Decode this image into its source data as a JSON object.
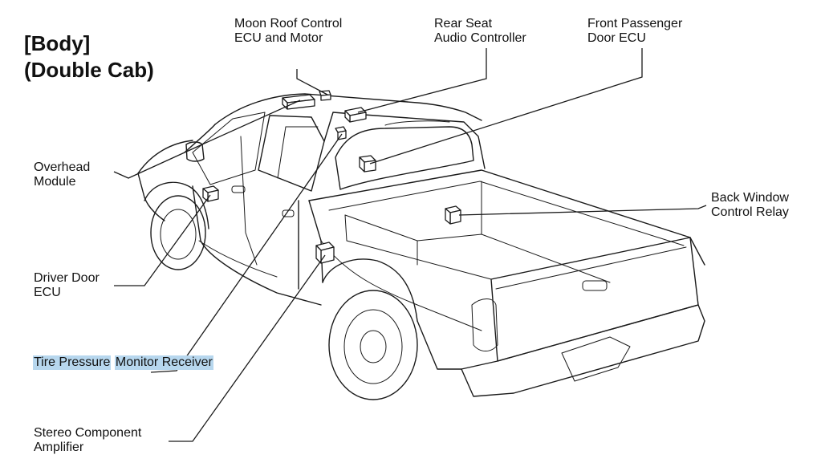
{
  "title": {
    "line1": "[Body]",
    "line2": "(Double Cab)"
  },
  "labels": {
    "moon_roof": {
      "line1": "Moon Roof Control",
      "line2": "ECU and Motor"
    },
    "rear_seat_audio": {
      "line1": "Rear Seat",
      "line2": "Audio Controller"
    },
    "front_passenger_door": {
      "line1": "Front Passenger",
      "line2": "Door ECU"
    },
    "overhead_module": {
      "line1": "Overhead",
      "line2": "Module"
    },
    "back_window_relay": {
      "line1": "Back Window",
      "line2": "Control Relay"
    },
    "driver_door_ecu": {
      "line1": "Driver Door",
      "line2": "ECU"
    },
    "tire_pressure": {
      "line1": "Tire Pressure",
      "line2": "Monitor Receiver"
    },
    "stereo_amp": {
      "line1": "Stereo Component",
      "line2": "Amplifier"
    }
  },
  "colors": {
    "highlight": "#b7d7ee",
    "line": "#1a1a1a"
  }
}
